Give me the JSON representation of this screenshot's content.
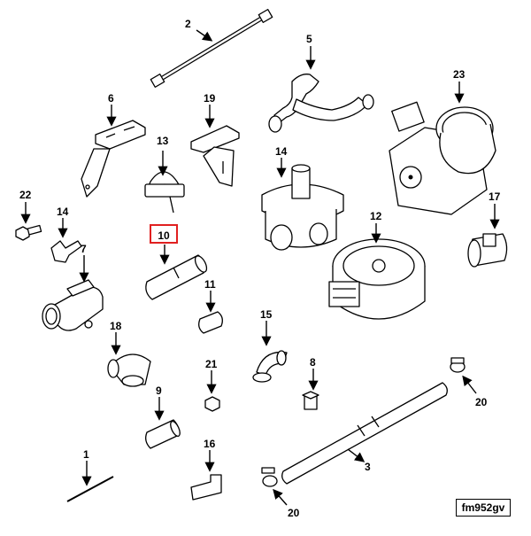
{
  "diagram": {
    "labels": {
      "p1": "1",
      "p2": "2",
      "p3": "3",
      "p5": "5",
      "p6": "6",
      "p7": "7",
      "p8": "8",
      "p9": "9",
      "p10": "10",
      "p11": "11",
      "p12": "12",
      "p13": "13",
      "p14": "14",
      "p15": "15",
      "p16": "16",
      "p17": "17",
      "p18": "18",
      "p19": "19",
      "p20a": "20",
      "p20b": "20",
      "p21": "21",
      "p22": "22",
      "p23": "23"
    },
    "highlighted_label": "10",
    "reference_code": "fm952gv"
  }
}
